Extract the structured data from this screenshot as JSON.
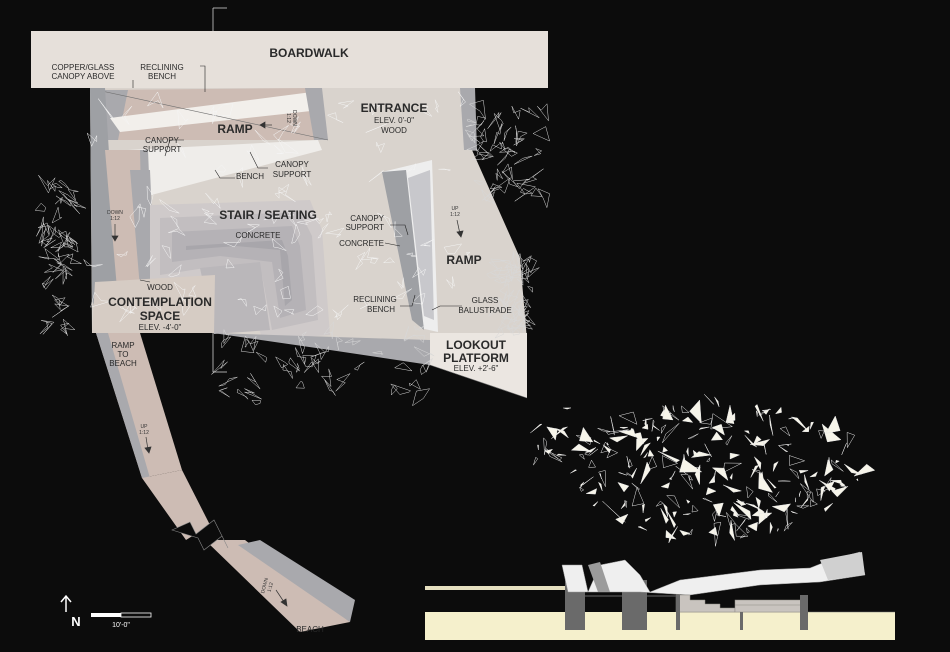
{
  "plan_labels": {
    "boardwalk": "BOARDWALK",
    "copper_glass_1": "COPPER/GLASS",
    "copper_glass_2": "CANOPY ABOVE",
    "reclining_bench_top_1": "RECLINING",
    "reclining_bench_top_2": "BENCH",
    "entrance": "ENTRANCE",
    "entrance_elev": "ELEV. 0'-0\"",
    "entrance_material": "WOOD",
    "ramp_upper": "RAMP",
    "ramp_upper_dir_1": "DOWN",
    "ramp_upper_dir_2": "1:12",
    "canopy_support_left_1": "CANOPY",
    "canopy_support_left_2": "SUPPORT",
    "canopy_support_mid_1": "CANOPY",
    "canopy_support_mid_2": "SUPPORT",
    "bench": "BENCH",
    "down_left_1": "DOWN",
    "down_left_2": "1:12",
    "stair_seating": "STAIR / SEATING",
    "concrete_stair": "CONCRETE",
    "canopy_support_right_1": "CANOPY",
    "canopy_support_right_2": "SUPPORT",
    "concrete_right": "CONCRETE",
    "up_right_1": "UP",
    "up_right_2": "1:12",
    "ramp_right": "RAMP",
    "wood": "WOOD",
    "contemplation_1": "CONTEMPLATION",
    "contemplation_2": "SPACE",
    "contemplation_elev": "ELEV. -4'-0\"",
    "reclining_bench_low_1": "RECLINING",
    "reclining_bench_low_2": "BENCH",
    "glass_balustrade_1": "GLASS",
    "glass_balustrade_2": "BALUSTRADE",
    "lookout_1": "LOOKOUT",
    "lookout_2": "PLATFORM",
    "lookout_elev": "ELEV. +2'-6\"",
    "ramp_to_beach_1": "RAMP",
    "ramp_to_beach_2": "TO",
    "ramp_to_beach_3": "BEACH",
    "up_beach_1": "UP",
    "up_beach_2": "1:12",
    "down_beach_1": "DOWN",
    "down_beach_2": "1:12",
    "beach": "BEACH",
    "north": "N",
    "scale": "10'-0\""
  },
  "colors": {
    "background": "#0c0c0c",
    "boardwalk": "#e6e0da",
    "plan_floor": "#d9d3cd",
    "ramp_tint": "#cdbcb4",
    "wall_grey": "#a9a9ad",
    "canopy_white": "#f4f4f4",
    "sand": "#f5f0cc",
    "section_wall": "#6a6a6a"
  }
}
